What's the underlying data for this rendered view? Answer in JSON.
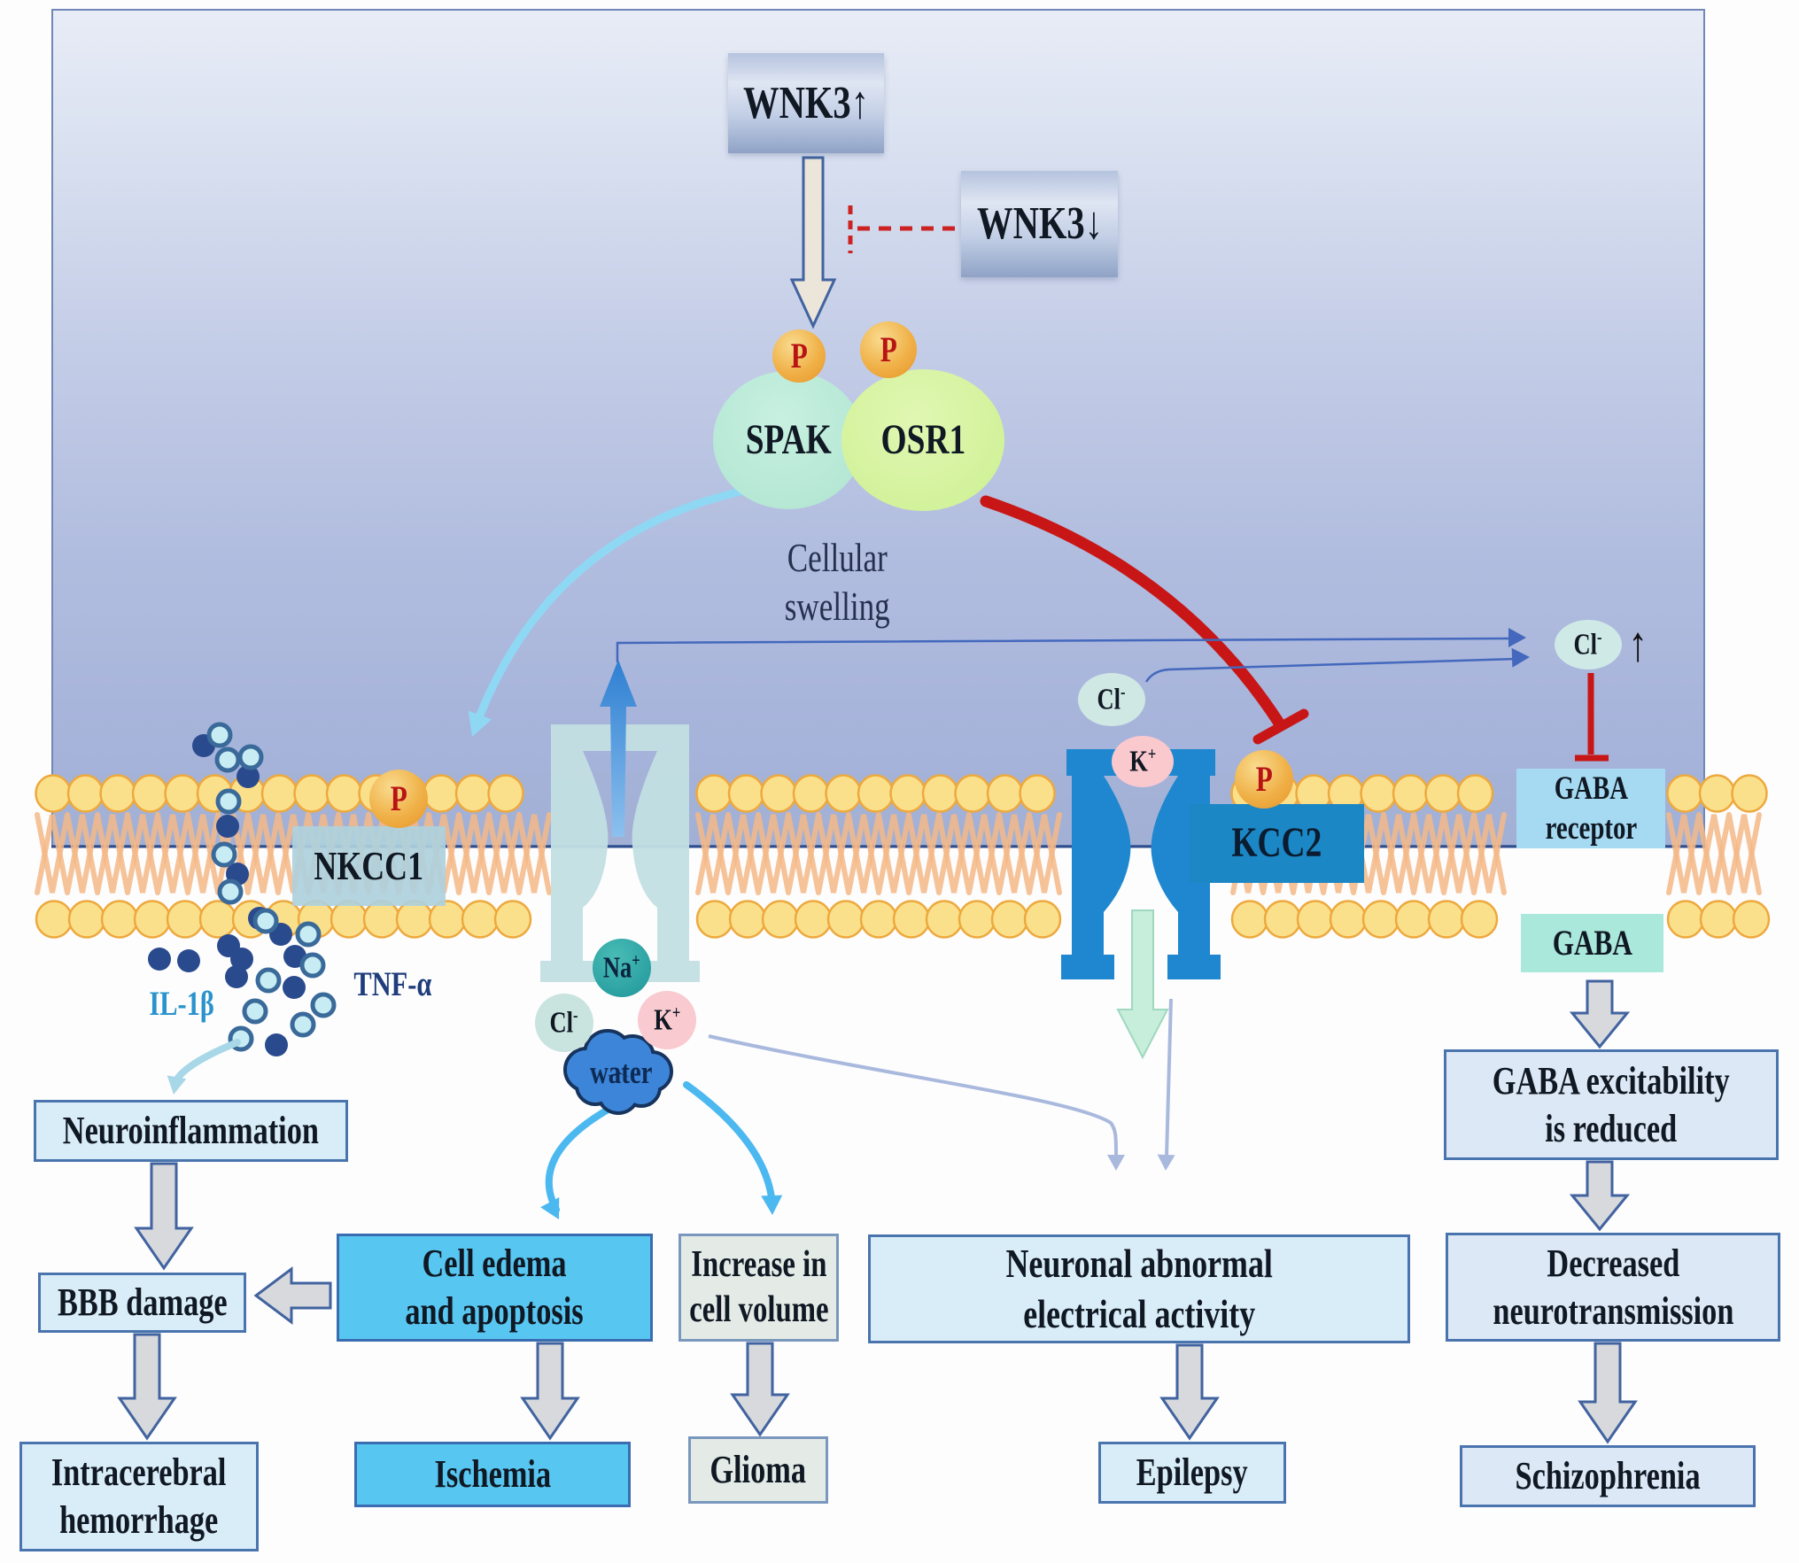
{
  "pathway": {
    "wnk3_up": "WNK3↑",
    "wnk3_down": "WNK3↓",
    "spak": "SPAK",
    "osr1": "OSR1",
    "phospho": "P",
    "cellular_swelling": "Cellular\nswelling",
    "nkcc1": "NKCC1",
    "kcc2": "KCC2",
    "gaba_receptor": "GABA\nreceptor",
    "gaba": "GABA"
  },
  "ions": {
    "na": {
      "base": "Na",
      "sign": "+"
    },
    "cl": {
      "base": "Cl",
      "sign": "-"
    },
    "k": {
      "base": "K",
      "sign": "+"
    },
    "cl_raised": {
      "base": "Cl",
      "sign": "-",
      "trend": "↑"
    },
    "water": "water"
  },
  "cytokines": {
    "il1b": "IL-1β",
    "tnfa": "TNF-α"
  },
  "outcomes": {
    "neuroinflammation": "Neuroinflammation",
    "bbb_damage": "BBB damage",
    "intracerebral_hemorrhage": "Intracerebral\nhemorrhage",
    "cell_edema": "Cell edema\nand apoptosis",
    "ischemia": "Ischemia",
    "increase_cell_volume": "Increase in\ncell volume",
    "glioma": "Glioma",
    "neuronal_abnormal": "Neuronal abnormal\nelectrical activity",
    "epilepsy": "Epilepsy",
    "gaba_excitability": "GABA excitability\nis reduced",
    "decreased_neurotransmission": "Decreased\nneurotransmission",
    "schizophrenia": "Schizophrenia"
  },
  "colors": {
    "inhibition_red": "#c81616",
    "activation_blue": "#4cb8f0",
    "membrane_yellow": "#fbe08c",
    "kcc2_blue": "#1e87cf",
    "nkcc1_teal": "#c2dfe3"
  }
}
